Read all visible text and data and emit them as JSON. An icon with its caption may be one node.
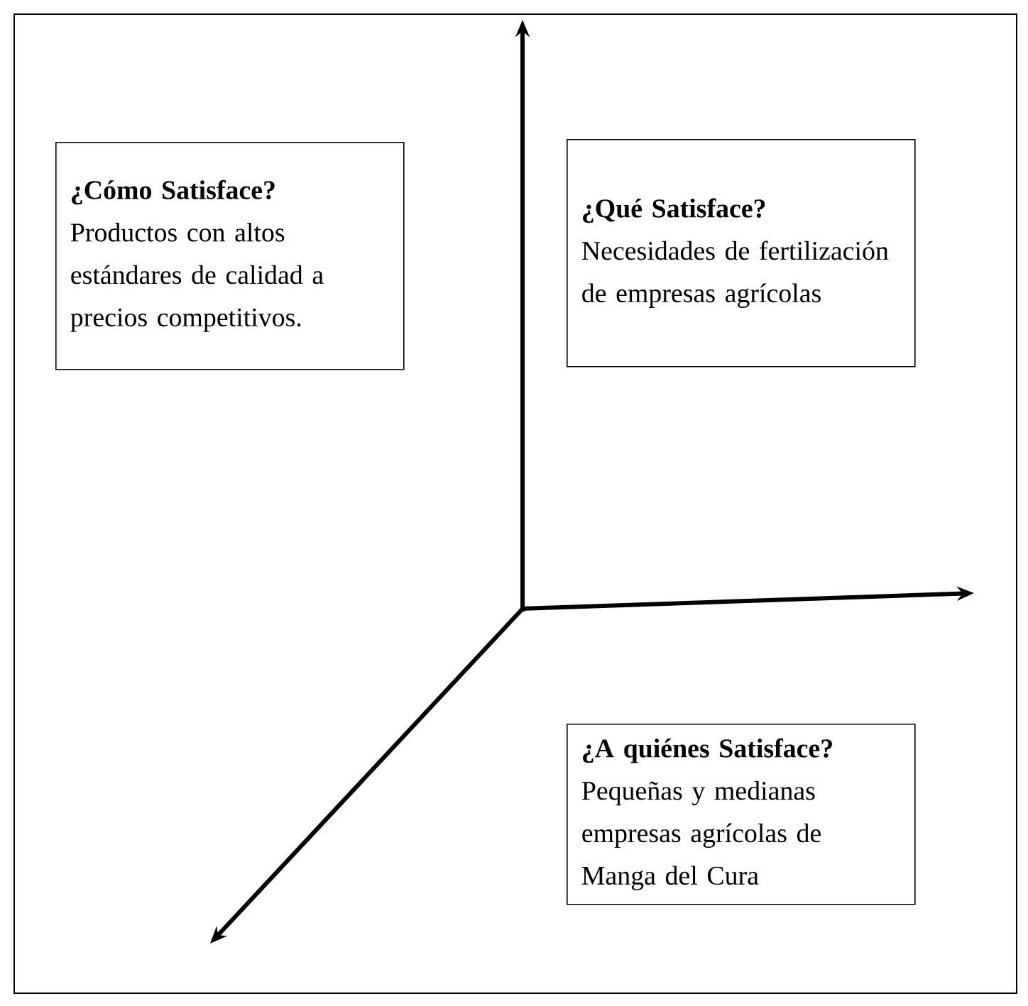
{
  "diagram": {
    "nodes": [
      {
        "text": [
          "¿Cómo Satisface?",
          "Productos con altos estándares de calidad a precios competitivos."
        ]
      },
      {
        "text": [
          "¿Qué Satisface?",
          "Necesidades de fertilización de empresas agrícolas"
        ]
      },
      {
        "text": [
          "¿A quiénes Satisface?",
          "Pequeñas y medianas empresas agrícolas de Manga del Cura"
        ]
      }
    ]
  }
}
